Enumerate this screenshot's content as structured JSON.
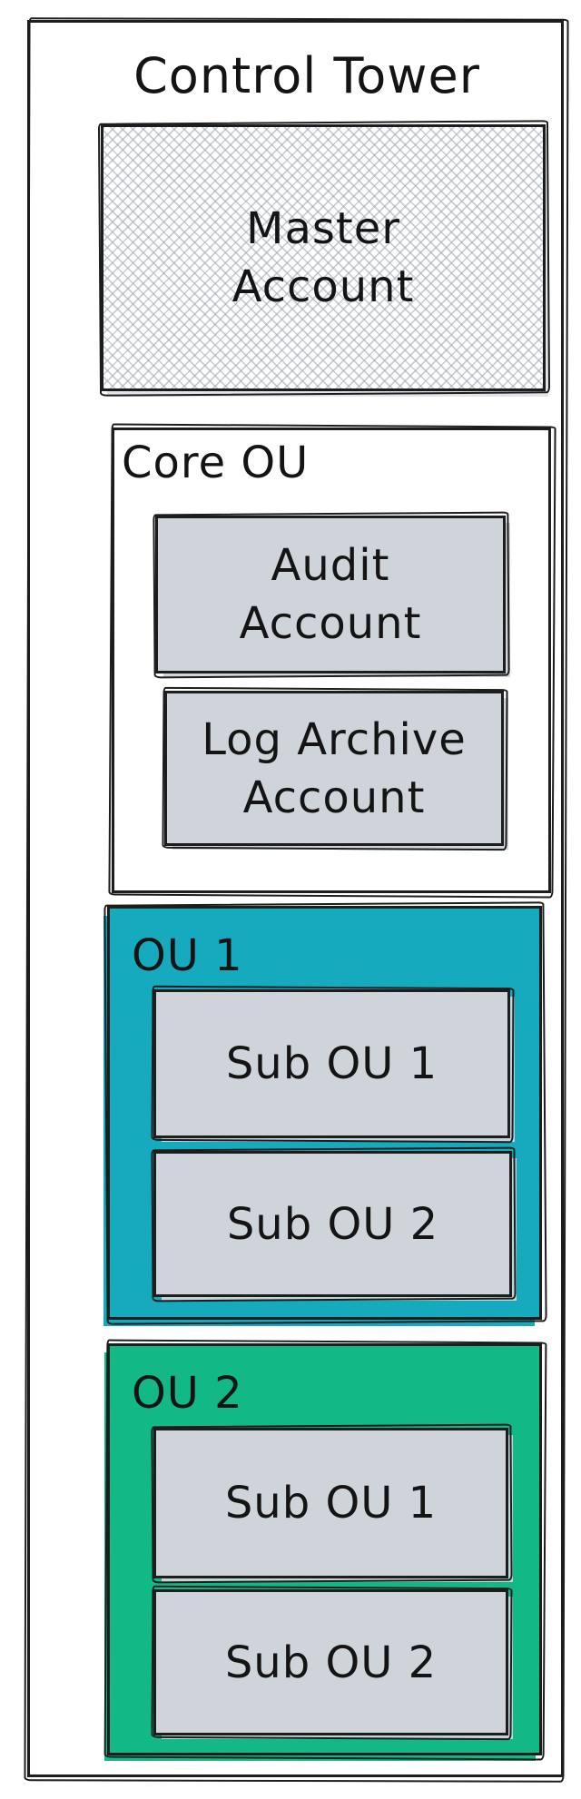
{
  "diagram": {
    "title": "Control Tower",
    "master_account": {
      "label": "Master\nAccount"
    },
    "core_ou": {
      "label": "Core OU",
      "accounts": [
        {
          "label": "Audit\nAccount"
        },
        {
          "label": "Log Archive\nAccount"
        }
      ]
    },
    "ous": [
      {
        "label": "OU 1",
        "fill": "#16aabf",
        "sub_ous": [
          {
            "label": "Sub OU 1"
          },
          {
            "label": "Sub OU 2"
          }
        ]
      },
      {
        "label": "OU 2",
        "fill": "#12b886",
        "sub_ous": [
          {
            "label": "Sub OU 1"
          },
          {
            "label": "Sub OU 2"
          }
        ]
      }
    ],
    "colors": {
      "ou1_fill": "#16aabf",
      "ou2_fill": "#12b886",
      "account_fill": "#ced4da",
      "stroke": "#1d1d1d",
      "hatch": "#9ba6b4",
      "background": "#ffffff"
    },
    "style": "hand-drawn sketch"
  }
}
